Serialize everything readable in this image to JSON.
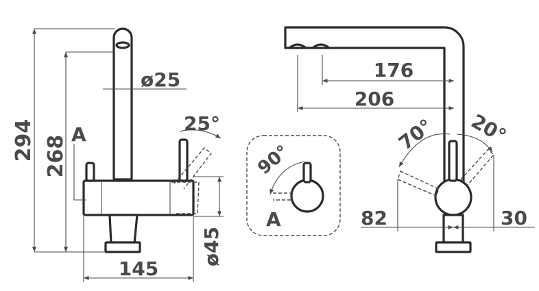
{
  "dimensions": {
    "total_height": "294",
    "spout_height": "268",
    "spout_diameter": "ø25",
    "lever_angle_front": "25°",
    "base_width": "145",
    "base_diameter": "ø45",
    "reach_inner": "176",
    "reach_outer": "206",
    "swivel_left": "70°",
    "swivel_right": "20°",
    "lever_left": "82",
    "lever_right": "30"
  },
  "detail": {
    "label": "A",
    "angle": "90°"
  },
  "callout_label": "A",
  "colors": {
    "line": "#2b2b2b",
    "text": "#4a4a4a",
    "background": "#ffffff"
  }
}
